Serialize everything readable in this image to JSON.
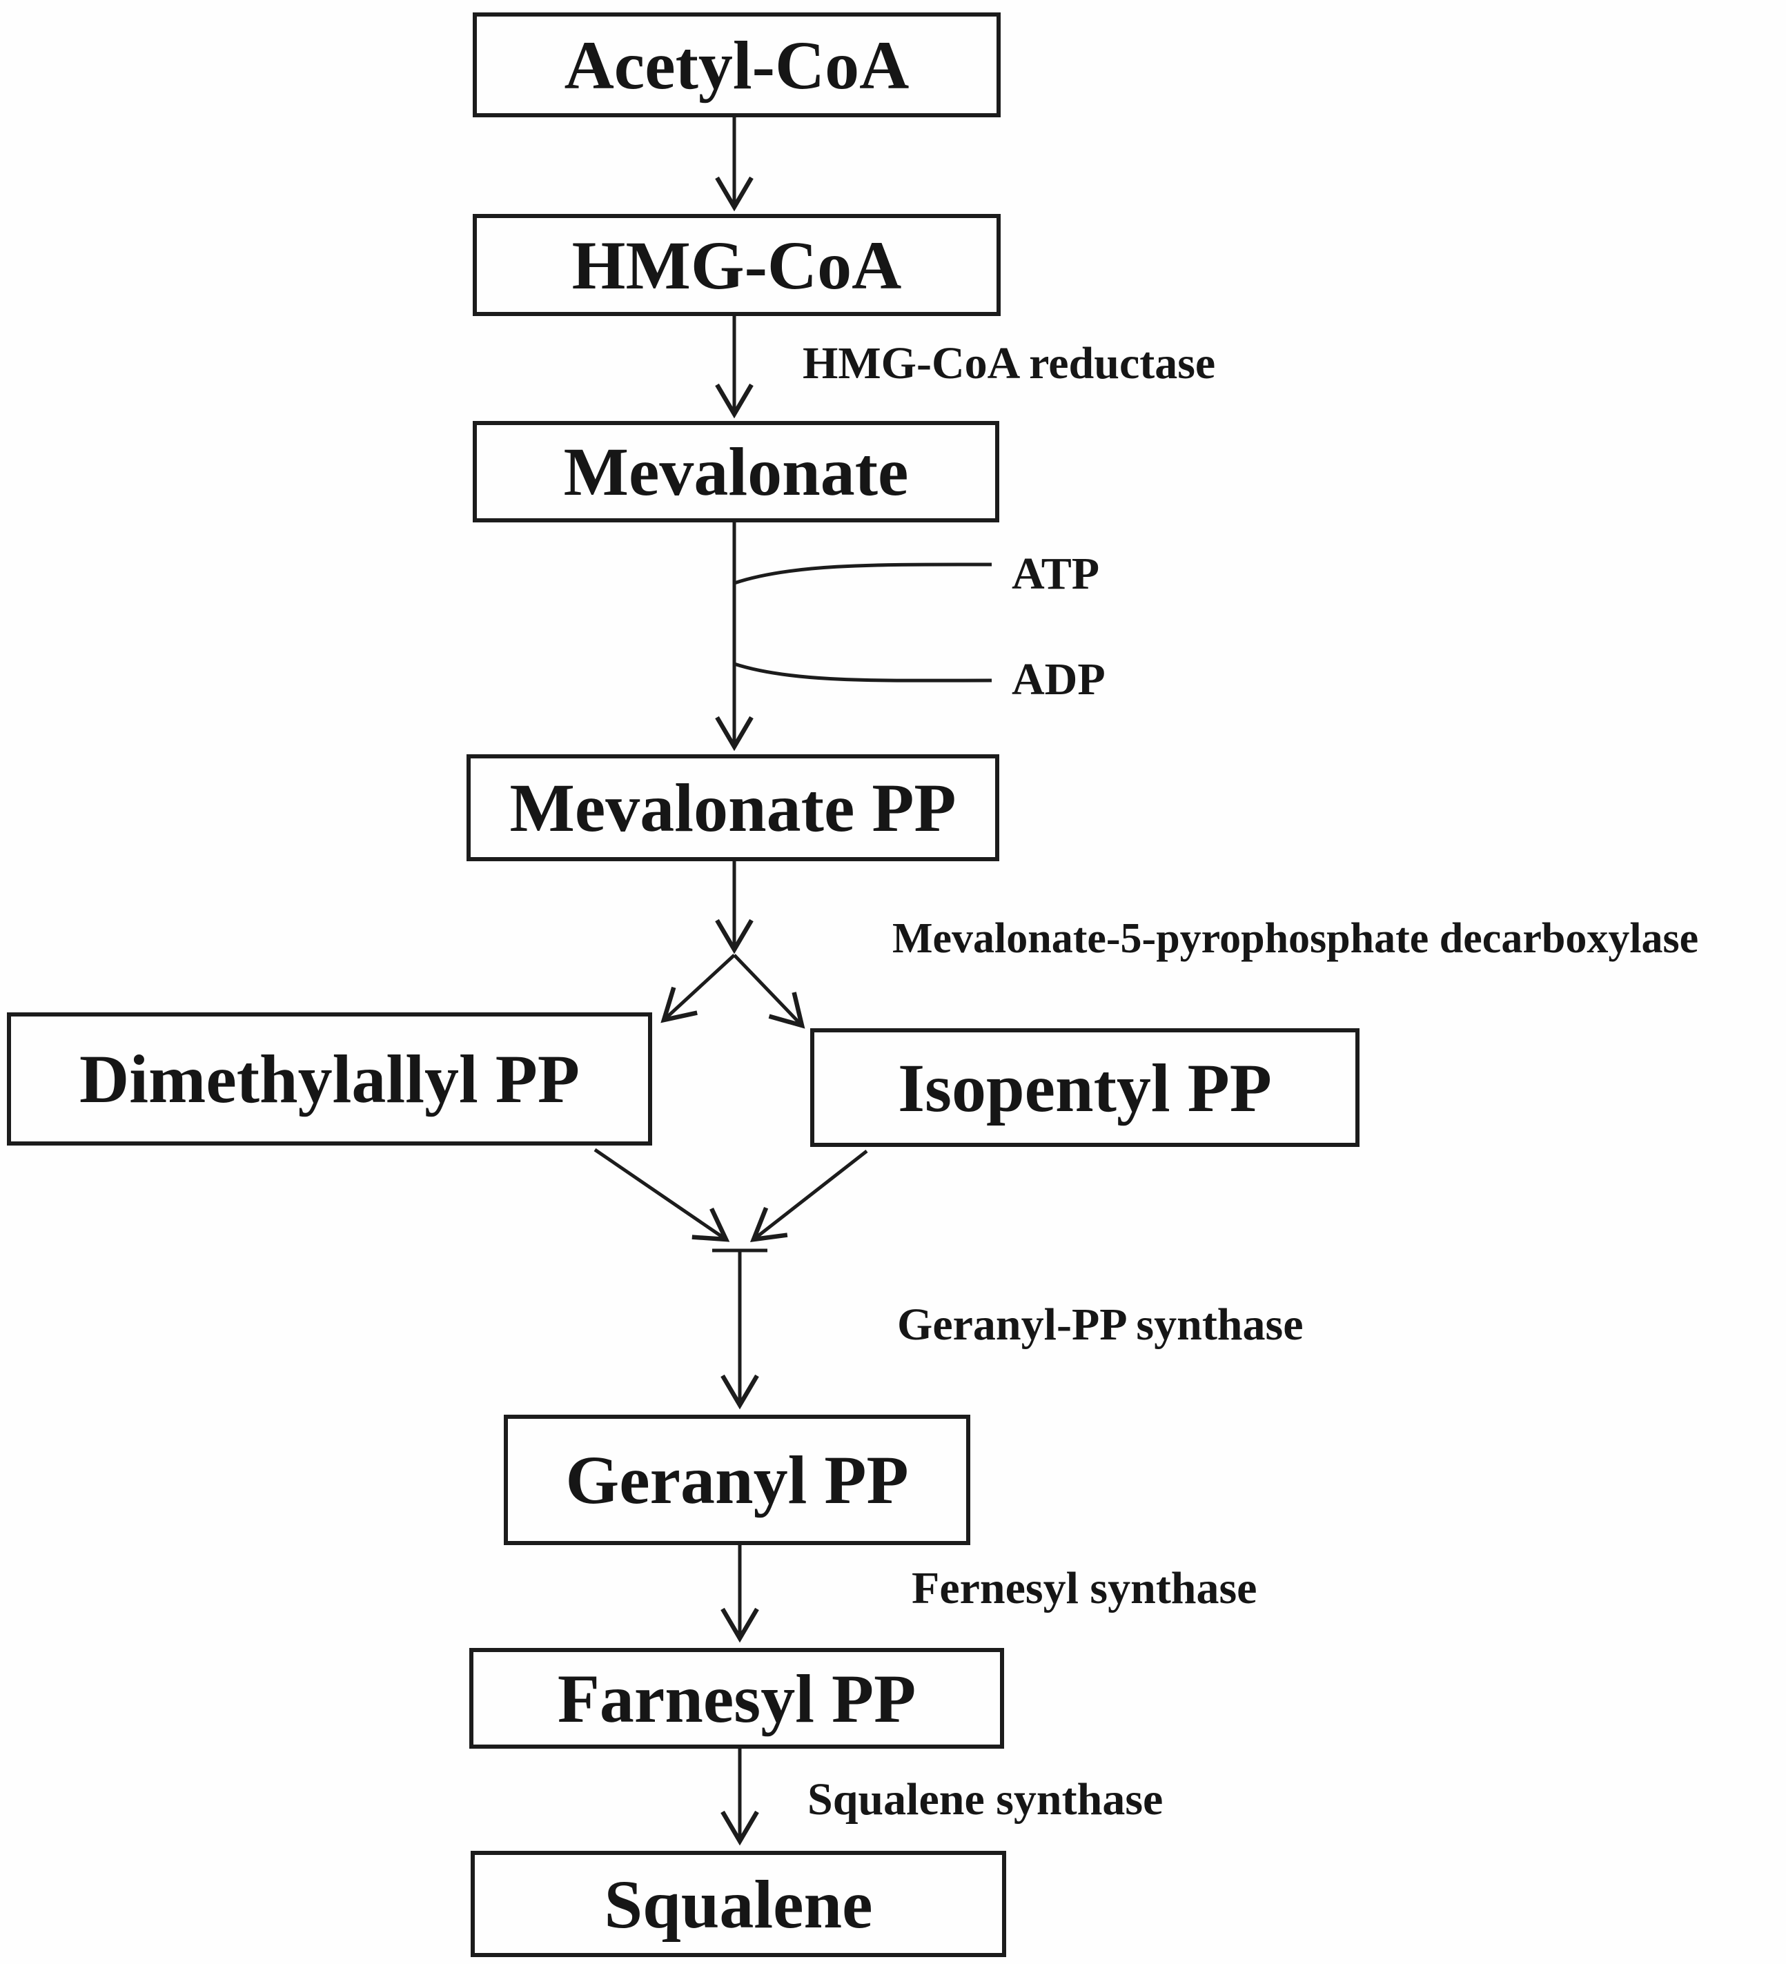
{
  "colors": {
    "ink": "#1c1c1c",
    "background": "#fefefe"
  },
  "nodes": {
    "acetyl_coa": {
      "label": "Acetyl-CoA"
    },
    "hmg_coa": {
      "label": "HMG-CoA"
    },
    "mevalonate": {
      "label": "Mevalonate"
    },
    "mevalonate_pp": {
      "label": "Mevalonate PP"
    },
    "dimethylallyl_pp": {
      "label": "Dimethylallyl PP"
    },
    "isopentyl_pp": {
      "label": "Isopentyl PP"
    },
    "geranyl_pp": {
      "label": "Geranyl PP"
    },
    "farnesyl_pp": {
      "label": "Farnesyl PP"
    },
    "squalene": {
      "label": "Squalene"
    }
  },
  "enzymes": {
    "hmg_coa_reductase": "HMG-CoA reductase",
    "decarboxylase": "Mevalonate-5-pyrophosphate decarboxylase",
    "geranyl_pp_synthase": "Geranyl-PP synthase",
    "fernesyl_synthase": "Fernesyl synthase",
    "squalene_synthase": "Squalene synthase"
  },
  "cofactors": {
    "atp": "ATP",
    "adp": "ADP"
  },
  "edges": [
    {
      "from": "Acetyl-CoA",
      "to": "HMG-CoA"
    },
    {
      "from": "HMG-CoA",
      "to": "Mevalonate",
      "enzyme": "HMG-CoA reductase"
    },
    {
      "from": "Mevalonate",
      "to": "Mevalonate PP",
      "consumes": "ATP",
      "produces": "ADP"
    },
    {
      "from": "Mevalonate PP",
      "to": "Dimethylallyl PP",
      "enzyme": "Mevalonate-5-pyrophosphate decarboxylase"
    },
    {
      "from": "Mevalonate PP",
      "to": "Isopentyl PP",
      "enzyme": "Mevalonate-5-pyrophosphate decarboxylase"
    },
    {
      "from": "Dimethylallyl PP",
      "to": "Geranyl PP",
      "enzyme": "Geranyl-PP synthase"
    },
    {
      "from": "Isopentyl PP",
      "to": "Geranyl PP",
      "enzyme": "Geranyl-PP synthase"
    },
    {
      "from": "Geranyl PP",
      "to": "Farnesyl PP",
      "enzyme": "Fernesyl synthase"
    },
    {
      "from": "Farnesyl PP",
      "to": "Squalene",
      "enzyme": "Squalene synthase"
    }
  ]
}
